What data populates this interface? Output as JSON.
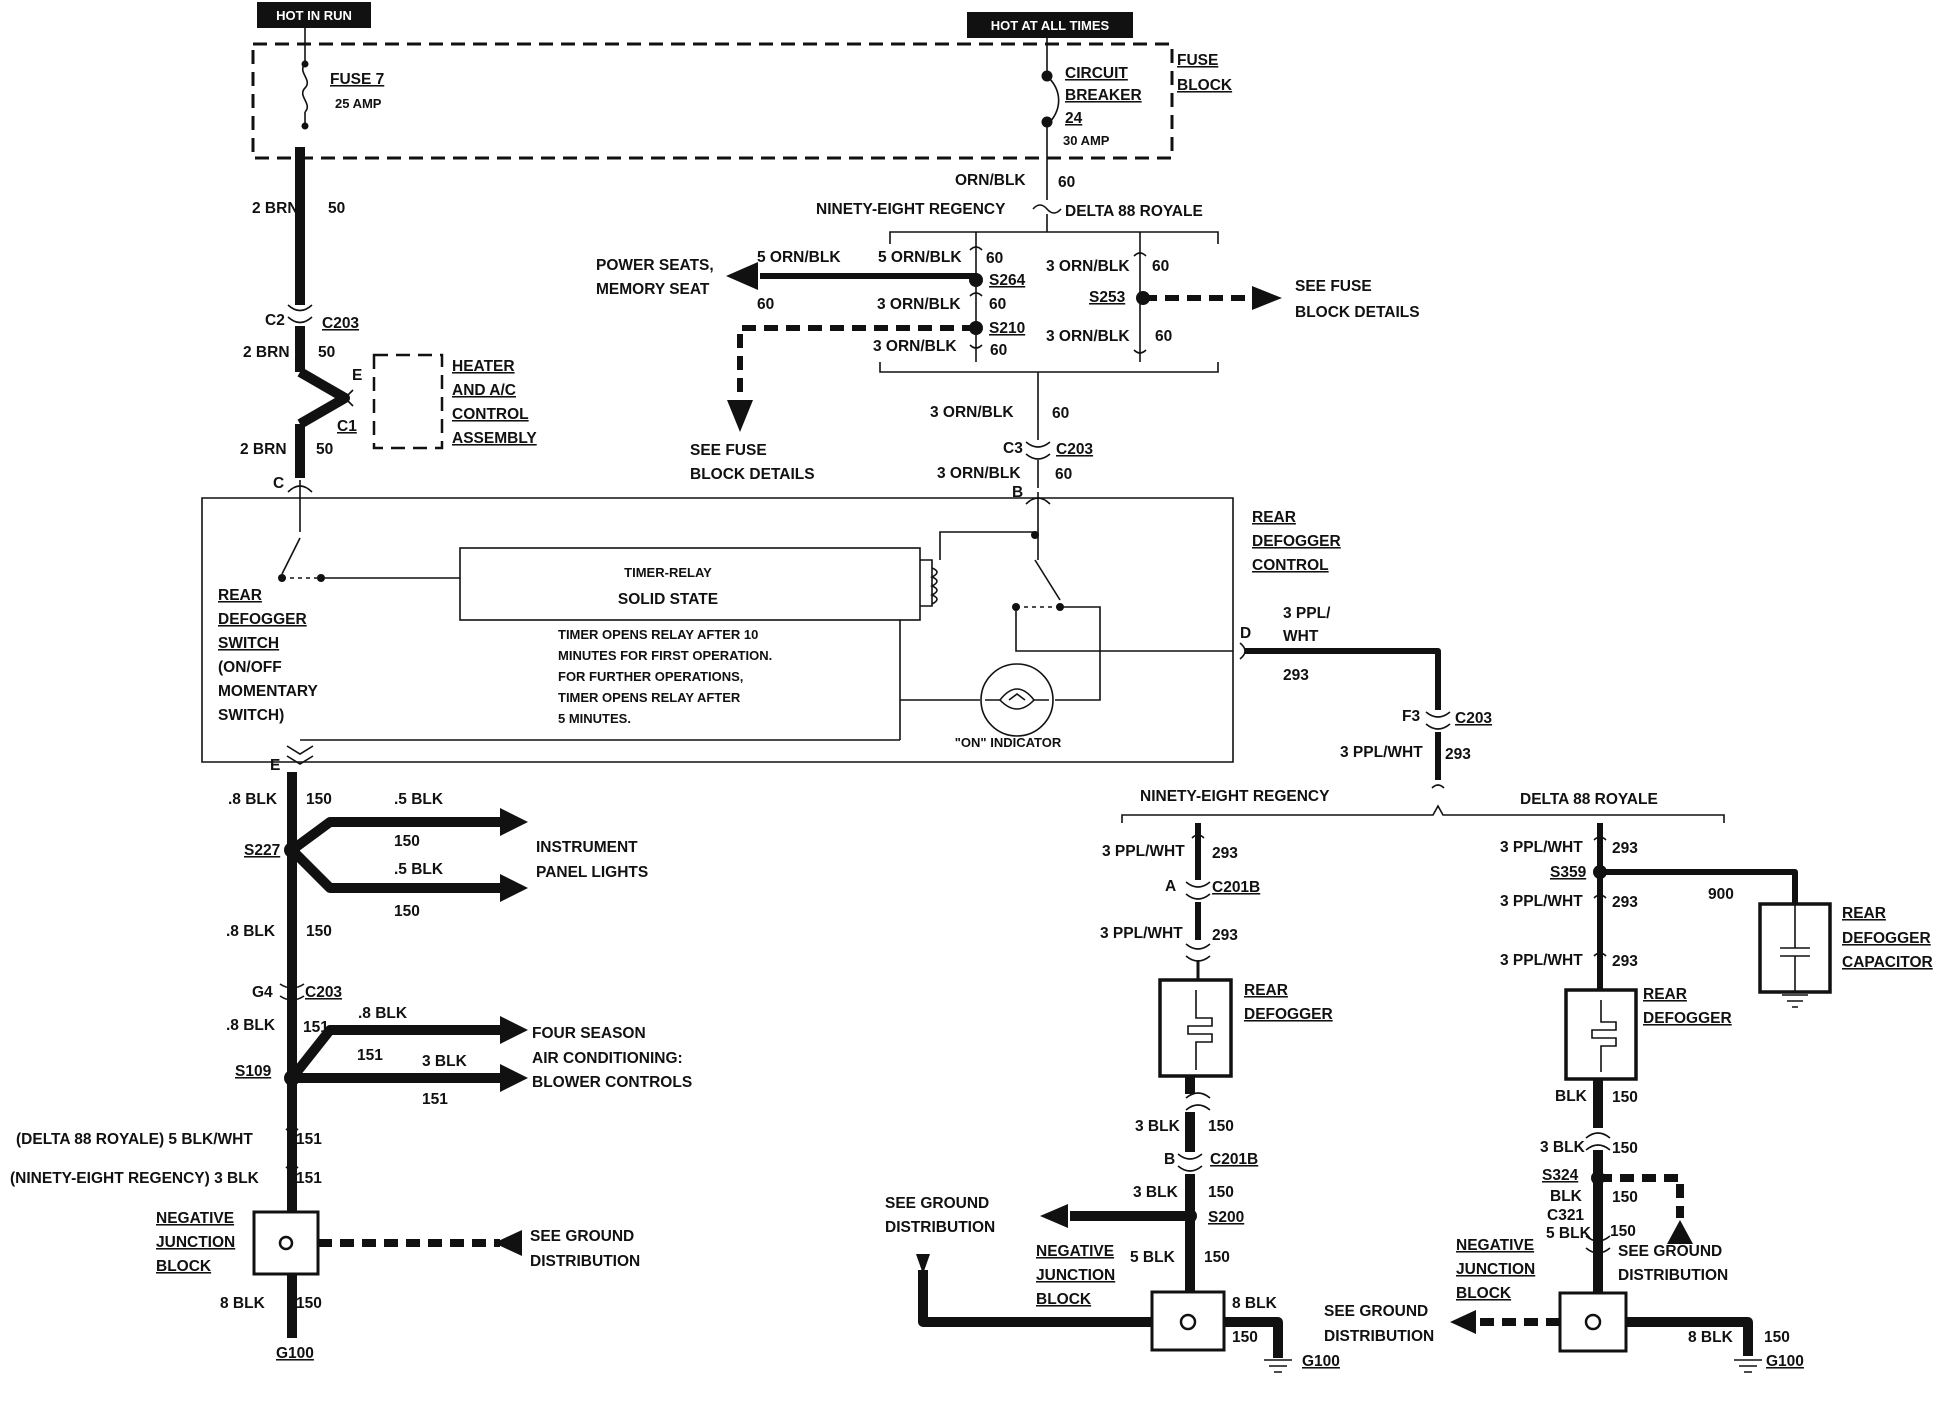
{
  "tags": {
    "hot_in_run": "HOT IN RUN",
    "hot_at_all_times": "HOT AT ALL TIMES"
  },
  "fuse_block": {
    "label_1": "FUSE",
    "label_2": "BLOCK",
    "fuse7_name": "FUSE 7",
    "fuse7_rating": "25 AMP",
    "cb_line1": "CIRCUIT",
    "cb_line2": "BREAKER",
    "cb_line3": "24",
    "cb_rating": "30 AMP"
  },
  "left_feed": {
    "w1": "2 BRN",
    "c1": "50",
    "conn_c2": "C2",
    "conn_c203": "C203",
    "w2": "2 BRN",
    "c2": "50",
    "pin_e": "E",
    "pin_c1": "C1",
    "w3": "2 BRN",
    "c3": "50",
    "pin_c": "C"
  },
  "heater": {
    "l1": "HEATER",
    "l2": "AND A/C",
    "l3": "CONTROL",
    "l4": "ASSEMBLY"
  },
  "top_feed": {
    "w_orn": "ORN/BLK",
    "c_orn": "60",
    "nineight": "NINETY-EIGHT REGENCY",
    "delta": "DELTA 88 ROYALE",
    "ps_w": "5 ORN/BLK",
    "ps_1": "POWER SEATS,",
    "ps_2": "MEMORY SEAT",
    "ps_c": "60",
    "s264_w": "5 ORN/BLK",
    "s264_c": "60",
    "s264": "S264",
    "s264_w2": "3 ORN/BLK",
    "s264_c2": "60",
    "s210": "S210",
    "s210_w": "3 ORN/BLK",
    "s210_c": "60",
    "s253_wt": "3 ORN/BLK",
    "s253_ct": "60",
    "s253": "S253",
    "s253_wb": "3 ORN/BLK",
    "s253_cb": "60",
    "see_fuse_r1": "SEE FUSE",
    "see_fuse_r2": "BLOCK DETAILS",
    "see_fuse_l1": "SEE FUSE",
    "see_fuse_l2": "BLOCK DETAILS",
    "w_below": "3 ORN/BLK",
    "c_below": "60",
    "conn_c3": "C3",
    "conn_c203": "C203",
    "w_below2": "3 ORN/BLK",
    "c_below2": "60",
    "pin_b": "B"
  },
  "control": {
    "t1": "REAR",
    "t2": "DEFOGGER",
    "t3": "CONTROL",
    "relay1": "TIMER-RELAY",
    "relay2": "SOLID STATE",
    "note1": "TIMER OPENS RELAY AFTER 10",
    "note2": "MINUTES FOR FIRST OPERATION.",
    "note3": "FOR FURTHER OPERATIONS,",
    "note4": "TIMER OPENS RELAY AFTER",
    "note5": "5 MINUTES.",
    "indicator": "\"ON\" INDICATOR",
    "sw1": "REAR",
    "sw2": "DEFOGGER",
    "sw3": "SWITCH",
    "sw4": "(ON/OFF",
    "sw5": "MOMENTARY",
    "sw6": "SWITCH)",
    "pin_d": "D",
    "pin_e": "E"
  },
  "ground_left": {
    "w_a": ".8 BLK",
    "c_a": "150",
    "ip_w1": ".5 BLK",
    "ip_c1": "150",
    "ip_w2": ".5 BLK",
    "ip_c2": "150",
    "s227": "S227",
    "ip_l1": "INSTRUMENT",
    "ip_l2": "PANEL LIGHTS",
    "w_b": ".8 BLK",
    "c_b": "150",
    "conn_g4": "G4",
    "conn_c203": "C203",
    "w_c": ".8 BLK",
    "c_c": "151",
    "fs_w1": ".8 BLK",
    "fs_c1": "151",
    "fs_w2": "3 BLK",
    "fs_c2": "151",
    "s109": "S109",
    "fs_l1": "FOUR SEASON",
    "fs_l2": "AIR CONDITIONING:",
    "fs_l3": "BLOWER CONTROLS",
    "d88": "(DELTA 88 ROYALE) 5 BLK/WHT",
    "d88_c": "151",
    "n98": "(NINETY-EIGHT REGENCY) 3 BLK",
    "n98_c": "151",
    "njb1": "NEGATIVE",
    "njb2": "JUNCTION",
    "njb3": "BLOCK",
    "sgd1": "SEE GROUND",
    "sgd2": "DISTRIBUTION",
    "w_d": "8 BLK",
    "c_d": "150",
    "g100": "G100"
  },
  "out_feed": {
    "w1": "3 PPL/",
    "w1b": "WHT",
    "c1": "293",
    "conn_f3": "F3",
    "conn_c203": "C203",
    "w2": "3 PPL/WHT",
    "c2": "293",
    "nineight": "NINETY-EIGHT REGENCY",
    "delta": "DELTA 88 ROYALE"
  },
  "n98": {
    "w1": "3 PPL/WHT",
    "c1": "293",
    "pin_a": "A",
    "c201b": "C201B",
    "w2": "3 PPL/WHT",
    "c2": "293",
    "rd1": "REAR",
    "rd2": "DEFOGGER",
    "w3": "3 BLK",
    "c3": "150",
    "pin_b": "B",
    "c201b_b": "C201B",
    "w4": "3 BLK",
    "c4": "150",
    "s200": "S200",
    "sgd1": "SEE GROUND",
    "sgd2": "DISTRIBUTION",
    "njb1": "NEGATIVE",
    "njb2": "JUNCTION",
    "njb3": "BLOCK",
    "w5": "5 BLK",
    "c5": "150",
    "w6": "8 BLK",
    "c6": "150",
    "g100": "G100"
  },
  "d88": {
    "w1": "3 PPL/WHT",
    "c1": "293",
    "s359": "S359",
    "cap_c": "900",
    "cap1": "REAR",
    "cap2": "DEFOGGER",
    "cap3": "CAPACITOR",
    "w2": "3 PPL/WHT",
    "c2": "293",
    "w3": "3 PPL/WHT",
    "c3": "293",
    "rd1": "REAR",
    "rd2": "DEFOGGER",
    "w4": "BLK",
    "c4": "150",
    "w5": "3 BLK",
    "c5": "150",
    "s324": "S324",
    "w6": "BLK",
    "c6": "150",
    "c321": "C321",
    "w7": "5 BLK",
    "c7": "150",
    "sgd_r1": "SEE GROUND",
    "sgd_r2": "DISTRIBUTION",
    "njb1": "NEGATIVE",
    "njb2": "JUNCTION",
    "njb3": "BLOCK",
    "sgd_l1": "SEE GROUND",
    "sgd_l2": "DISTRIBUTION",
    "w8": "8 BLK",
    "c8": "150",
    "g100": "G100"
  }
}
